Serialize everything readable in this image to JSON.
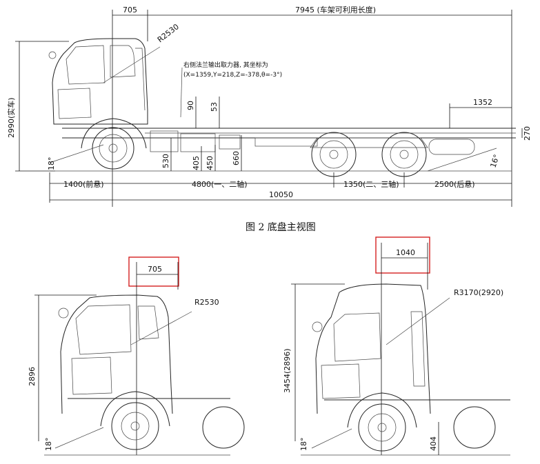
{
  "top": {
    "dim_cab_offset": "705",
    "dim_frame_length": "7945 (车架可利用长度)",
    "radius": "R2530",
    "pto_note_line1": "右侧法兰输出取力器, 其坐标为",
    "pto_note_line2": "(X=1359,Y=218,Z=-378,θ=-3°)",
    "dim_90": "90",
    "dim_53": "53",
    "dim_1352": "1352",
    "dim_height": "2990(实车)",
    "dim_270": "270",
    "angle_front": "18°",
    "angle_rear": "16°",
    "dim_530": "530",
    "dim_405": "405",
    "dim_450": "450",
    "dim_660": "660",
    "dim_front_overhang": "1400(前悬)",
    "dim_wheelbase_1_2": "4800(一、二轴)",
    "dim_wheelbase_2_3": "1350(二、三轴)",
    "dim_rear_overhang": "2500(后悬)",
    "dim_total_length": "10050"
  },
  "caption": "图 2  底盘主视图",
  "left_view": {
    "dim_offset": "705",
    "radius": "R2530",
    "height": "2896",
    "angle": "18°"
  },
  "right_view": {
    "dim_offset": "1040",
    "radius": "R3170(2920)",
    "height": "3454(2896)",
    "angle": "18°",
    "dim_404": "404"
  },
  "colors": {
    "line": "#222222",
    "highlight": "#d42020",
    "background": "#ffffff"
  }
}
